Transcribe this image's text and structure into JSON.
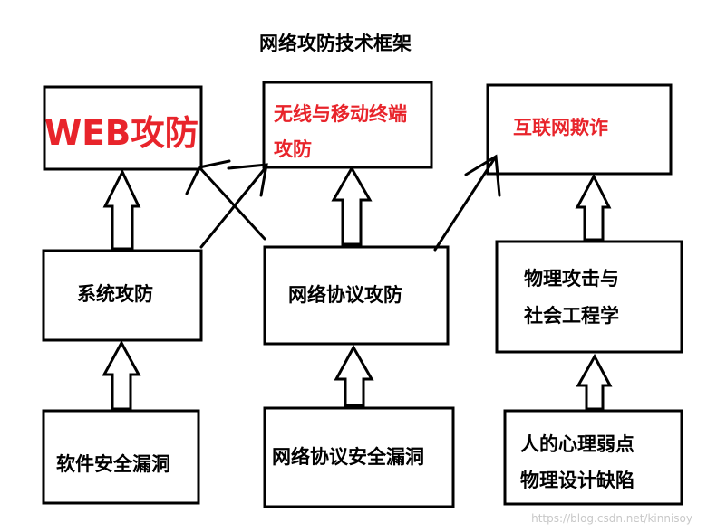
{
  "title": "网络攻防技术框架",
  "watermark": "https://blog.csdn.net/kinnisoy",
  "colors": {
    "red_text": "#e8242b",
    "black": "#000000",
    "background": "#ffffff",
    "watermark": "#c8c8c8"
  },
  "top_row": {
    "web": "WEB攻防",
    "wireless_line1": "无线与移动终端",
    "wireless_line2": "攻防",
    "internet_fraud": "互联网欺诈"
  },
  "middle_row": {
    "system": "系统攻防",
    "network_protocol": "网络协议攻防",
    "physical_line1": "物理攻击与",
    "physical_line2": "社会工程学"
  },
  "bottom_row": {
    "software_vuln": "软件安全漏洞",
    "protocol_vuln": "网络协议安全漏洞",
    "human_line1": "人的心理弱点",
    "human_line2": "物理设计缺陷"
  }
}
